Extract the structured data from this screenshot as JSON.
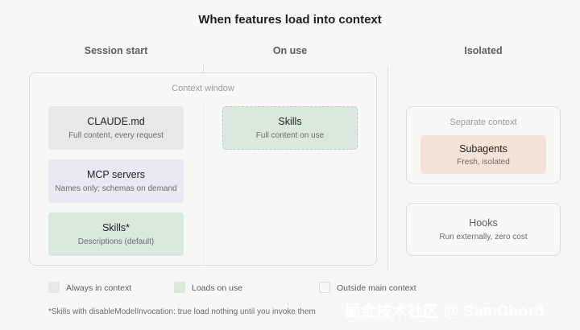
{
  "title": "When features load into context",
  "columns": {
    "session_start": "Session start",
    "on_use": "On use",
    "isolated": "Isolated"
  },
  "context_window": {
    "label": "Context window",
    "cards": {
      "claude_md": {
        "name": "CLAUDE.md",
        "desc": "Full content, every request"
      },
      "mcp": {
        "name": "MCP servers",
        "desc": "Names only; schemas on demand"
      },
      "skills_star": {
        "name": "Skills*",
        "desc": "Descriptions (default)"
      },
      "skills_on_use": {
        "name": "Skills",
        "desc": "Full content on use"
      }
    }
  },
  "separate_context": {
    "label": "Separate context",
    "subagents": {
      "name": "Subagents",
      "desc": "Fresh, isolated"
    }
  },
  "hooks": {
    "name": "Hooks",
    "desc": "Run externally, zero cost"
  },
  "legend": {
    "always": "Always in context",
    "on_use": "Loads on use",
    "outside": "Outside main context"
  },
  "footnote": "*Skills with disableModelInvocation: true load nothing until you invoke them",
  "watermark": "掘金技术社区 @ SamChord",
  "colors": {
    "always": "#e9e8e4",
    "mcp": "#ebe8f2",
    "on_use": "#dbe8dc",
    "subagents": "#f6e3d7",
    "outside": "#f8f8f7"
  }
}
